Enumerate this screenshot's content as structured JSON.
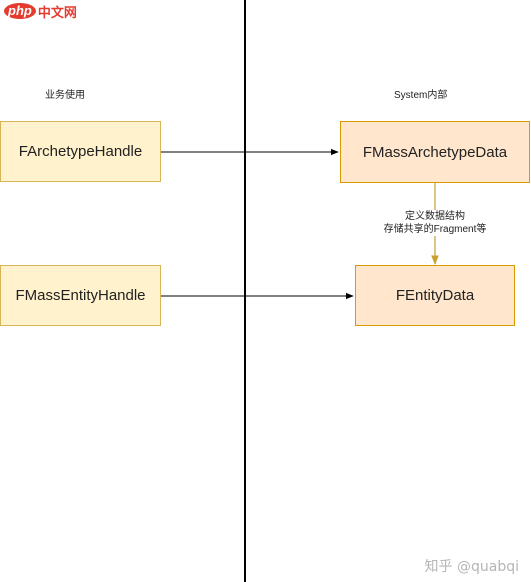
{
  "logo": {
    "mark": "php",
    "text": "中文网"
  },
  "captions": {
    "left": "业务使用",
    "right": "System内部"
  },
  "nodes": {
    "archetype_handle": "FArchetypeHandle",
    "mass_archetype_data": "FMassArchetypeData",
    "mass_entity_handle": "FMassEntityHandle",
    "entity_data": "FEntityData"
  },
  "edge_label": {
    "line1": "定义数据结构",
    "line2": "存储共享的Fragment等"
  },
  "colors": {
    "yellow_fill": "#fff2cc",
    "yellow_stroke": "#d6b656",
    "orange_fill": "#ffe6cc",
    "orange_stroke": "#d79b00",
    "divider": "#000000",
    "arrow_dark": "#000000",
    "arrow_gold": "#c8a030"
  },
  "watermark": "知乎 @quabqi"
}
